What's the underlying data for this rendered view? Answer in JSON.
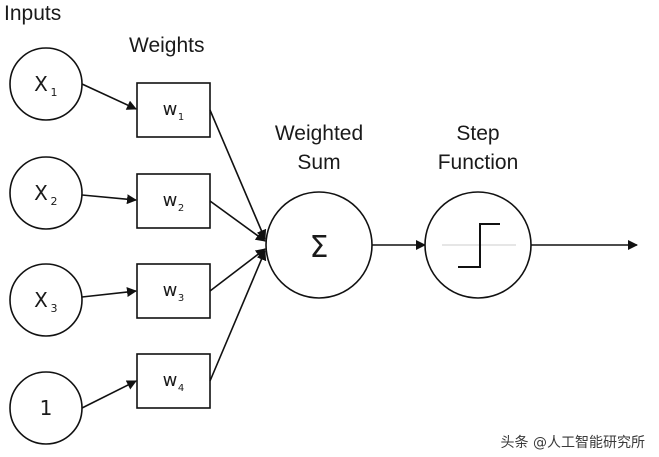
{
  "headings": {
    "inputs": "Inputs",
    "weights": "Weights",
    "weighted_sum_line1": "Weighted",
    "weighted_sum_line2": "Sum",
    "step_line1": "Step",
    "step_line2": "Function"
  },
  "inputs": [
    {
      "base": "X",
      "sub": "1"
    },
    {
      "base": "X",
      "sub": "2"
    },
    {
      "base": "X",
      "sub": "3"
    },
    {
      "base": "1",
      "sub": ""
    }
  ],
  "weights": [
    {
      "base": "w",
      "sub": "1"
    },
    {
      "base": "w",
      "sub": "2"
    },
    {
      "base": "w",
      "sub": "3"
    },
    {
      "base": "w",
      "sub": "4"
    }
  ],
  "sum_symbol": "Σ",
  "watermark": "头条 @人工智能研究所",
  "colors": {
    "stroke": "#111111",
    "background": "#ffffff",
    "step_guide": "#cccccc"
  }
}
